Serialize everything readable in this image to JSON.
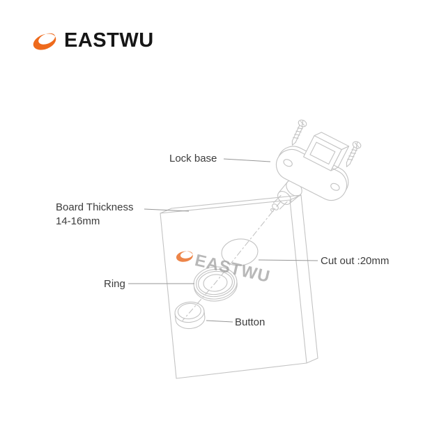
{
  "brand": {
    "name": "EASTWU"
  },
  "watermark": {
    "text": "EASTWU"
  },
  "labels": {
    "lock_base": "Lock base",
    "board_thickness_line1": "Board Thickness",
    "board_thickness_line2": "14-16mm",
    "cut_out": "Cut out :20mm",
    "ring": "Ring",
    "button": "Button"
  },
  "colors": {
    "brand_orange": "#EE6A1C",
    "watermark_gray": "#9B9B9B",
    "line_gray": "#C3C3C3",
    "label_text": "#3C3C3C"
  }
}
